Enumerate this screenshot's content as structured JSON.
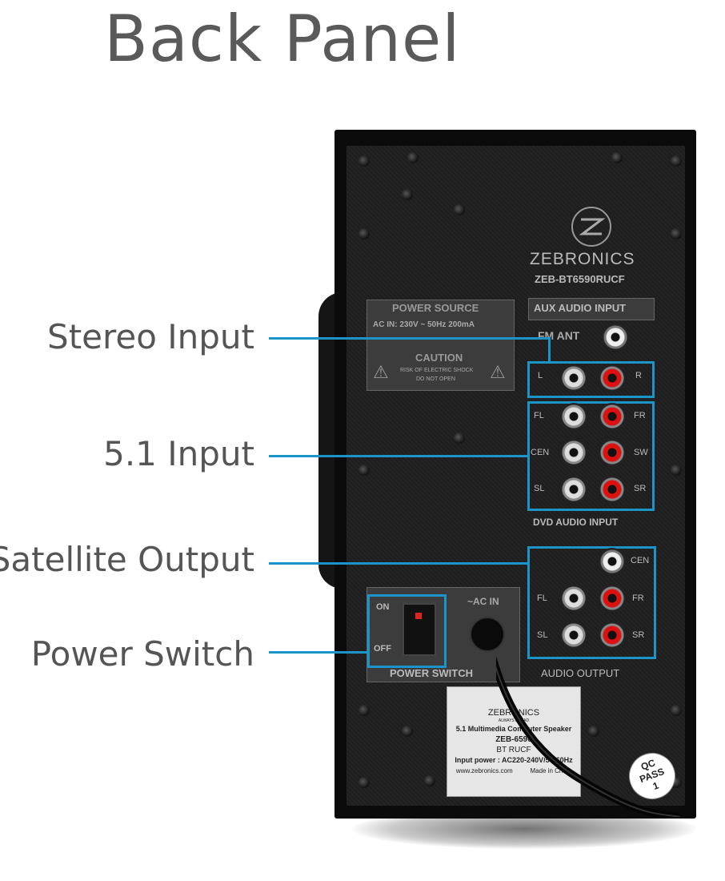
{
  "title": "Back Panel",
  "callouts": {
    "stereo": "Stereo Input",
    "five_one": "5.1 Input",
    "satellite": "Satellite Output",
    "power": "Power Switch"
  },
  "device": {
    "brand": "ZEBRONICS",
    "model": "ZEB-BT6590RUCF",
    "power_source_title": "POWER SOURCE",
    "power_source_text": "AC IN: 230V ~ 50Hz  200mA",
    "caution": "CAUTION",
    "caution_line1": "RISK OF ELECTRIC SHOCK",
    "caution_line2": "DO NOT OPEN",
    "aux_title": "AUX AUDIO INPUT",
    "fm_ant": "FM ANT",
    "l": "L",
    "r": "R",
    "fl": "FL",
    "fr": "FR",
    "cen": "CEN",
    "sw": "SW",
    "sl": "SL",
    "sr": "SR",
    "dvd_title": "DVD AUDIO INPUT",
    "audio_output": "AUDIO OUTPUT",
    "on": "ON",
    "off": "OFF",
    "power_switch": "POWER SWITCH",
    "ac_in": "~AC IN"
  },
  "sticker": {
    "brand": "ZEBRONICS",
    "tagline": "ALWAYS AHEAD",
    "desc": "5.1 Multimedia Computer Speaker",
    "model": "ZEB-6590",
    "sub": "BT RUCF",
    "input_power": "Input power : AC220-240V/50-60Hz",
    "url": "www.zebronics.com",
    "made": "Made in China"
  },
  "qc": {
    "line1": "QC",
    "line2": "PASS",
    "line3": "1"
  }
}
